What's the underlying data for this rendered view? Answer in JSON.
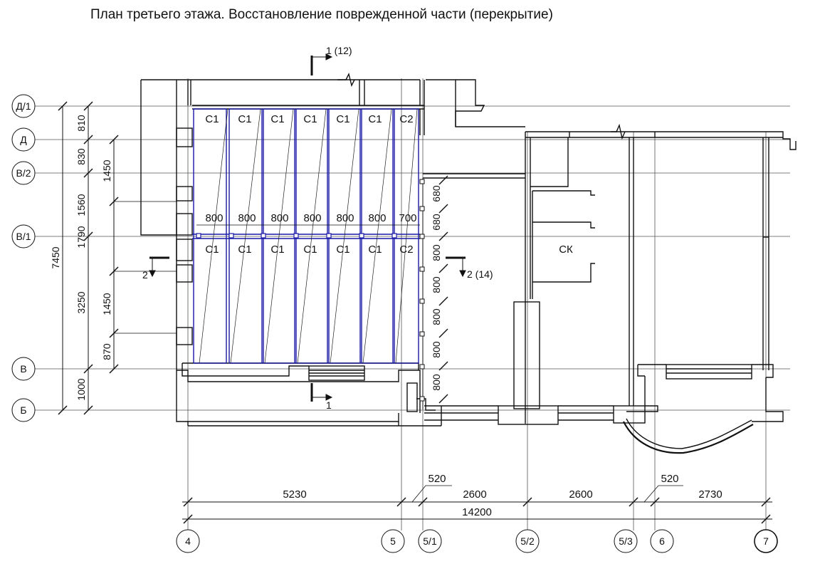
{
  "title": "План третьего этажа. Восстановление поврежденной части (перекрытие)",
  "row_axes": [
    "Д/1",
    "Д",
    "В/2",
    "В/1",
    "В",
    "Б"
  ],
  "col_axes": [
    "4",
    "5",
    "5/1",
    "5/2",
    "5/3",
    "6",
    "7"
  ],
  "left_dims_outer": [
    "7450"
  ],
  "left_dims_mid": [
    "810",
    "830",
    "1560",
    "1790",
    "3250",
    "1000"
  ],
  "left_dims_inner": [
    "1450",
    "1450",
    "870"
  ],
  "bottom_dims_row1": [
    "5230",
    "2600",
    "2600",
    "2730"
  ],
  "bottom_dims_leader": [
    "520",
    "520"
  ],
  "bottom_dim_total": "14200",
  "slab_top_labels": [
    "С1",
    "С1",
    "С1",
    "С1",
    "С1",
    "С1",
    "С2"
  ],
  "slab_bottom_labels": [
    "С1",
    "С1",
    "С1",
    "С1",
    "С1",
    "С1",
    "С2"
  ],
  "slab_widths": [
    "800",
    "800",
    "800",
    "800",
    "800",
    "800",
    "700"
  ],
  "right_dims": [
    "680",
    "680",
    "800",
    "800",
    "800",
    "800",
    "800"
  ],
  "section_marks": {
    "top": "1 (12)",
    "bottom": "1",
    "left": "2",
    "right": "2 (14)"
  },
  "room_label": "СК",
  "colors": {
    "line": "#111111",
    "slab": "#1a1aa8",
    "grid": "#444444"
  }
}
